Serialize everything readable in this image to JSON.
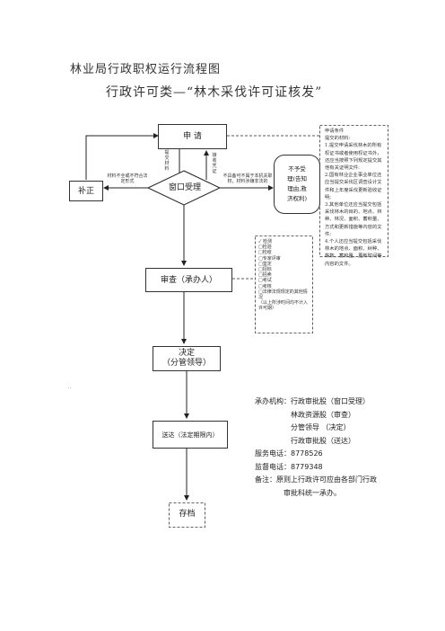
{
  "page": {
    "title": "林业局行政职权运行流程图",
    "subtitle": "行政许可类—“林木采伐许可证核发”"
  },
  "nodes": {
    "apply": "申 请",
    "window": "窗口受理",
    "correct": "补正",
    "reject": [
      "不予受",
      "理(告知",
      "理由,救",
      "济权利)"
    ],
    "review": "审查（承办人）",
    "decide": [
      "决定",
      "（分管领导）"
    ],
    "deliver": "送达（法定期限内）",
    "archive": "存档"
  },
  "edge_labels": {
    "submit": "提交材料",
    "receive": "接收凭证",
    "incomplete": "材料不全或不符合法定形式",
    "not_accept": "不具备可不属于本机关职权，材料涉嫌非法的"
  },
  "conditions": {
    "header": "申请条件",
    "items": [
      "提交的材料:",
      "1.提交申请采伐林木的所有权证书或者使用权证书外，还应当按照下列规定提交其他有关证明文件:",
      "2.国有林业企业事业单位还应当提交采伐区调查设计文件和上年度采伐更新验收证明;",
      "3.其他单位还应当提交包括采伐林木的目的、地点、林种、林况、面积、蓄积量、方式和更新措施等内容的文件;",
      "4.个人还应当提交包括采伐林木的地点、面积、树种、株数、蓄积量、更新时间等内容的文件。"
    ]
  },
  "checklist": {
    "header": "✓    检测",
    "items": [
      "□检验",
      "□检疫",
      "□专家评审",
      "□鉴定",
      "□招标",
      "□拍卖",
      "□考试",
      "□考核",
      "□法律法规规定的其他情况",
      "（以上所涉时间均不计入许可期）"
    ]
  },
  "info": {
    "org_label": "承办机构：",
    "org_lines": [
      "行政审批股（窗口受理）",
      "林政资源股（审查）",
      "分管领导   （决定）",
      "行政审批股（送达）"
    ],
    "service_phone": "服务电话：8778526",
    "supervise_phone": "监督电话：8779348",
    "remark": [
      "备注：原则上行政许可应由各部门行政",
      "审批科统一承办。"
    ]
  },
  "misc": {
    "dots": ".."
  }
}
